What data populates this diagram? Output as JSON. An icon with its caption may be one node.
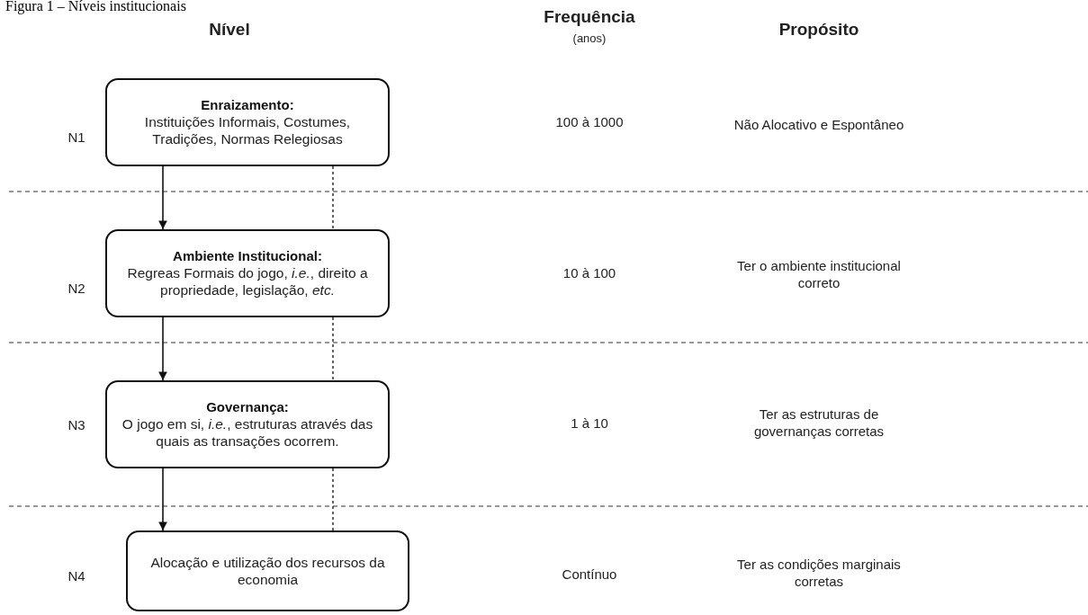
{
  "diagram": {
    "title": "Figura 1 – Níveis institucionais",
    "nodes": [
      {
        "text": [
          "Enraizamento:",
          "Instituições Informais, Costumes, Tradições, Normas Relegiosas"
        ]
      },
      {
        "text": [
          "Ambiente Institucional:",
          "Regreas Formais do jogo, *i.e.*, direito a propriedade, legislação, *etc.*"
        ]
      },
      {
        "text": [
          "Governança:",
          "O jogo em si, *i.e.*, estruturas através das quais as transações ocorrem."
        ]
      },
      {
        "text": [
          "Alocação e utilização dos recursos da economia"
        ]
      }
    ],
    "edges": [
      {
        "from": 0,
        "to": 1,
        "arrow": "to"
      },
      {
        "from": 1,
        "to": 2,
        "arrow": "to"
      },
      {
        "from": 2,
        "to": 3,
        "arrow": "to"
      },
      {
        "from": 0,
        "to": 1,
        "arrow": "none",
        "style": "dashed"
      },
      {
        "from": 1,
        "to": 2,
        "arrow": "none",
        "style": "dashed"
      },
      {
        "from": 2,
        "to": 3,
        "arrow": "none",
        "style": "dashed"
      }
    ],
    "labels": [
      "Nível",
      "Frequência",
      "(anos)",
      "Propósito",
      "N1",
      "100 à 1000",
      "Não Alocativo e Espontâneo",
      "N2",
      "10 à 100",
      "Ter o ambiente institucional correto",
      "N3",
      "1 à 10",
      "Ter as estruturas de governanças corretas",
      "N4",
      "Contínuo",
      "Ter as condições marginais corretas"
    ]
  }
}
